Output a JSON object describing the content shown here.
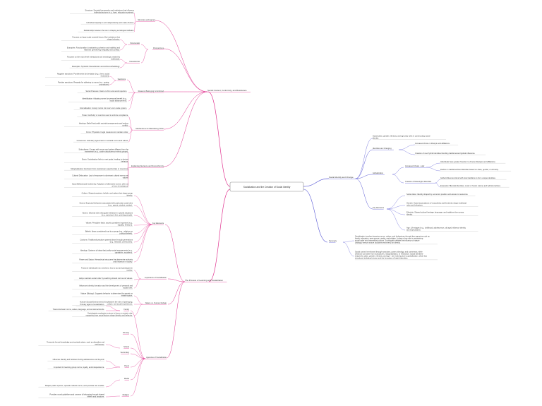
{
  "root": {
    "label": "Socialization and the Creation of Social Identity"
  },
  "colors": {
    "root_border": "#8a8a8a",
    "culture_branch": "#e0338f",
    "socialization_branch": "#e0338f",
    "identity_branch": "#5b5bd6",
    "underline": "#c9c9c9"
  },
  "branches": {
    "culture": {
      "label": "Social Context, Conformity, and Resistance",
      "structure": {
        "label": "Structure and Agency",
        "items": [
          "Structure: Societal frameworks and institutions that influence individual actions (e.g., laws, education systems).",
          "Individual capacity to act independently and make choices.",
          "Relationship between the two in shaping sociological debates."
        ]
      },
      "perspectives": {
        "label": "Perspectives",
        "groups": [
          {
            "label": "Structuralist",
            "items": [
              "Focuses on large-scale societal forces, like institutions that shape behavior.",
              "Examples: Functionalism (maintaining cohesion and stability) and Marxism (preserving inequality and conflict)."
            ]
          },
          {
            "label": "Interactionist",
            "items": [
              "Focuses on the micro-level interactions and meanings created by individuals.",
              "Examples: Symbolic Interactionism and ethnomethodology."
            ]
          }
        ]
      },
      "reasons": {
        "label": "Reasons Belonging Is Enforced",
        "groups": [
          {
            "label": "Sanctions",
            "items": [
              "Negative sanctions: Punishments for deviation (e.g., fines, social exclusion).",
              "Positive sanctions: Rewards for adhering to norms (e.g., praise, promotions)."
            ]
          }
        ],
        "items": [
          "Social Pressure: Desire to fit in and avoid rejection.",
          "Identification: Adopting norms for personal benefit (e.g., social advancement).",
          "Internalisation: Accept norms into one's own value system."
        ]
      },
      "mechanisms": {
        "label": "Mechanisms for Maintaining Order",
        "items": [
          "Power: Authority or coercion used to enforce compliance.",
          "Ideology: Belief that justify societal arrangements and reduce conflict.",
          "Force: Physical or legal measures to maintain order.",
          "Consensus: Voluntary agreement on societal norms and values."
        ]
      },
      "explaining": {
        "label": "Explaining Deviance and Nonconformity",
        "items": [
          "Subcultures: Groups with norms and values different from the mainstream (e.g., youth subcultures or ethnic groups).",
          "Strain: Socialisation fails to meet goals, leading to deviant behavior.",
          "Marginalisation: Exclusion from mainstream opportunities or resources.",
          "Cultural Dislocation: Lack of exposure to dominant cultural norms and values.",
          "Socio-Behavioural Conformity: Adoption of alternative norms, often as a form of resistance."
        ]
      }
    },
    "socialization": {
      "label": "The Process of Learning and Socialization",
      "key_elements": {
        "label": "Key Elements",
        "items": [
          "Culture: Shared practices, beliefs, and values that shape group identity.",
          "Norms: Expected behaviors associated with particular social roles (e.g., parent, student, worker).",
          "Norms: Informal rules that guide behavior in specific situations (e.g., queuing in line, greeting people).",
          "Values: Principles that a society considers important (e.g., equality, freedom).",
          "Beliefs: Ideas considered true by a group (e.g., religious or political beliefs).",
          "Customs: Traditional practices passed down through generations (e.g., festivals, ceremonies).",
          "Ideology: Systems of ideas that justify social arrangements (e.g., capitalism, socialism).",
          "Power and Status: Hierarchical structures that determine authority and influence in society."
        ]
      },
      "internalisation": {
        "label": "Importance of Socialisation",
        "items": [
          "Transmit individuals into members, how to act and participate in society.",
          "Helps maintain social order by teaching shared norms and values.",
          "Influences identity formation and the development of personal and social roles."
        ]
      },
      "nature": {
        "label": "Nature vs. Nurture Debate",
        "items": [
          "Nature (Biology): Suggests behavior is determined by genetic or innate factors.",
          "Nurture (Social Environment): Emphasizes the role of upbringing, culture, and social experiences.",
          "Sociologists emphasize nurture to focus on society role, supporting how social factors shape identity and behavior."
        ]
      },
      "agencies": {
        "label": "Agencies of Socialization",
        "groups": [
          {
            "label": "Family",
            "items": [
              "Primary agent of socialization.",
              "Transmits basic norms, values, language, and emotional bonds."
            ]
          },
          {
            "label": "Primary",
            "items": []
          },
          {
            "label": "School",
            "items": [
              "Transmits formal knowledge and societal values, such as discipline and meritocracy."
            ]
          },
          {
            "label": "Secondary",
            "items": []
          },
          {
            "label": "Peers",
            "items": [
              "Influence identity and behavior during adolescence and beyond.",
              "Important for learning group norms, loyalty, and independence."
            ]
          },
          {
            "label": "Media",
            "items": [
              "Shapes public opinion, spreads cultural norms, and provides role models."
            ]
          },
          {
            "label": "Religion",
            "items": [
              "Provides moral guidelines and a sense of belonging through shared beliefs and practices."
            ]
          }
        ]
      }
    },
    "identity": {
      "label": "Social Identity and Change",
      "items": [
        "Social class, gender, ethnicity, and age play roles in constructing social identity."
      ],
      "identities": {
        "label": "Identities are Changing",
        "items": [
          "Increased choice in lifestyle and affiliations.",
          "Creation of new hybrid identities blending traditional and global influences."
        ]
      },
      "globalisation": {
        "label": "Globalization",
        "sub": [
          {
            "label": "Increased Choice - Hair",
            "items": [
              "Individuals have greater freedom to choose lifestyles and affiliations.",
              "Decline in traditional fixed identities based on class, gender, or ethnicity."
            ]
          },
          {
            "label": "Creation of Meaningful Identities",
            "items": [
              "Global influences blend with local traditions to form unique identities.",
              "Examples: Blended identities, music or fusion cuisine and hybrid practices."
            ]
          }
        ]
      },
      "key_elements": {
        "label": "Key Elements",
        "items": [
          "Social class: Identity shaped by economic position and access to resources.",
          "Gender: Social expectations of masculinity and femininity shape individual roles and behaviors.",
          "Ethnicity: Shared cultural heritage, language, and traditions form group identity.",
          "Age: Life stages (e.g., childhood, adolescence, old age) influence identity and expectations."
        ]
      }
    },
    "summary": {
      "label": "Summary",
      "paragraphs": [
        "Socialisation involves learning norms, values, and behaviours through key agencies such as family, education, peer groups, media, and religion. It plays a key role in maintaining social order and transmitting culture. Sociologists debate the influence of nature (biology) versus nurture (social environment) on identity.",
        "Social control is enforced through sanctions, power, ideology, and consensus, while deviance can arise from subcultures, marginalization, or resistance. Social identities - shaped by class, gender, ethnicity, and age - are evolving due to globalization, which has introduced individual choice and the formation of hybrid identities."
      ]
    }
  }
}
